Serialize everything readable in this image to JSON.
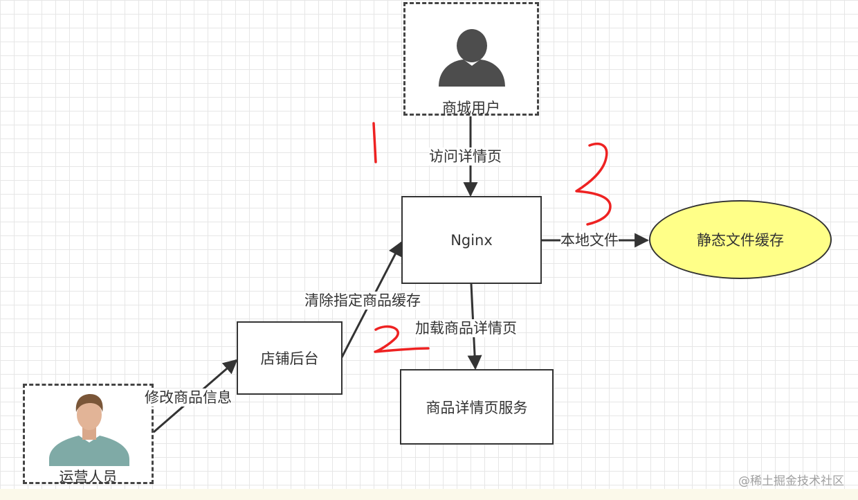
{
  "nodes": {
    "mall_user": "商城用户",
    "nginx": "Nginx",
    "static_cache": "静态文件缓存",
    "store_backend": "店铺后台",
    "detail_service": "商品详情页服务",
    "operator": "运营人员"
  },
  "edges": {
    "visit_detail": "访问详情页",
    "local_file": "本地文件",
    "clear_cache": "清除指定商品缓存",
    "load_detail": "加载商品详情页",
    "modify_info": "修改商品信息"
  },
  "annotations": [
    "1",
    "2",
    "3"
  ],
  "watermark": "@稀土掘金技术社区",
  "colors": {
    "annotation": "#ee2222",
    "ellipse_fill": "#ffff88",
    "stroke": "#333333"
  }
}
